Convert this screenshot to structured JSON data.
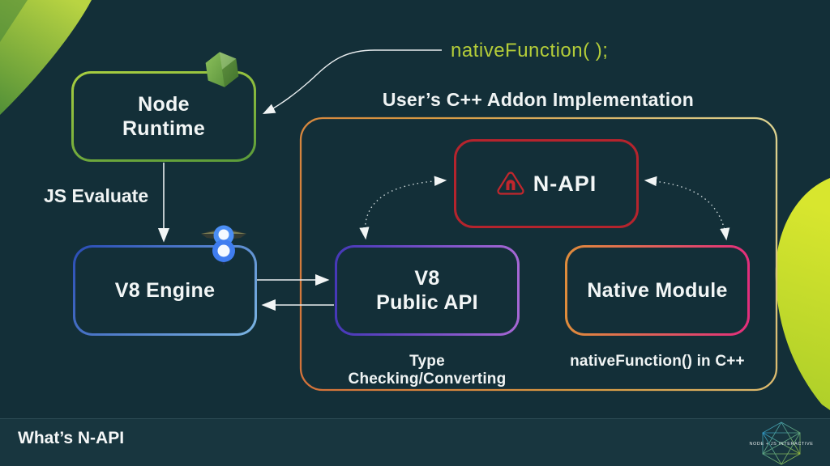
{
  "slide": {
    "annotation_code": "nativeFunction( );",
    "section_title": "User’s C++ Addon Implementation",
    "js_evaluate_label": "JS Evaluate",
    "boxes": {
      "node_runtime": {
        "line1": "Node",
        "line2": "Runtime"
      },
      "v8_engine": {
        "label": "V8 Engine"
      },
      "napi": {
        "label": "N-API"
      },
      "v8_public_api": {
        "line1": "V8",
        "line2": "Public API"
      },
      "native_module": {
        "label": "Native Module"
      }
    },
    "captions": {
      "type_checking": "Type Checking/Converting",
      "native_function_cpp": "nativeFunction() in C++"
    },
    "footer": {
      "title": "What’s N-API",
      "logo_text": "NODE + JS INTERACTIVE"
    },
    "colors": {
      "background": "#132f38",
      "footer_background": "#18363f",
      "lime_accent": "#c6dd2f",
      "node_green": "#8dc63f",
      "napi_red": "#c1272d",
      "v8_blue": "#4b8ef5",
      "public_api_purple": "#a667d4",
      "native_orange": "#df8c3b",
      "native_pink": "#e22e7c",
      "container_gold": "#dcd391",
      "container_orange": "#d3713a",
      "annotation_green": "#b4cd39",
      "text_white": "#f2f5f5"
    }
  }
}
